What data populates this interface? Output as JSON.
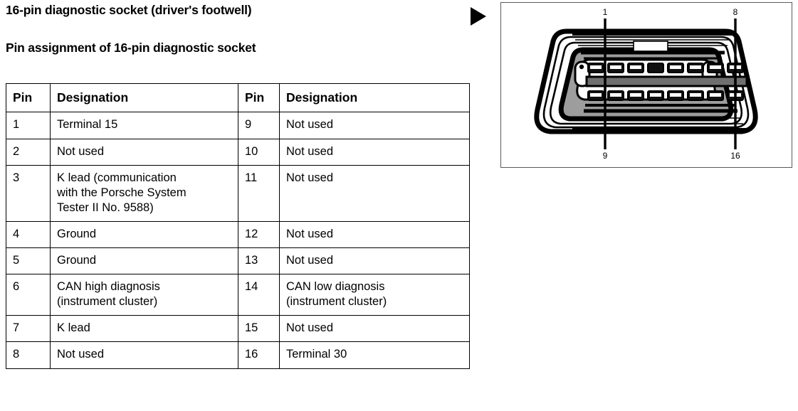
{
  "headings": {
    "main": "16-pin diagnostic socket (driver's footwell)",
    "sub": "Pin assignment of 16-pin diagnostic socket"
  },
  "table": {
    "headers": [
      "Pin",
      "Designation",
      "Pin",
      "Designation"
    ],
    "rows": [
      {
        "pin_left": "1",
        "desc_left": "Terminal 15",
        "pin_right": "9",
        "desc_right": "Not used"
      },
      {
        "pin_left": "2",
        "desc_left": "Not used",
        "pin_right": "10",
        "desc_right": "Not used"
      },
      {
        "pin_left": "3",
        "desc_left": "K lead (communication\nwith the Porsche System\nTester II No. 9588)",
        "pin_right": "11",
        "desc_right": "Not used"
      },
      {
        "pin_left": "4",
        "desc_left": "Ground",
        "pin_right": "12",
        "desc_right": "Not used"
      },
      {
        "pin_left": "5",
        "desc_left": "Ground",
        "pin_right": "13",
        "desc_right": "Not used"
      },
      {
        "pin_left": "6",
        "desc_left": "CAN high diagnosis\n(instrument cluster)",
        "pin_right": "14",
        "desc_right": "CAN low diagnosis\n(instrument cluster)"
      },
      {
        "pin_left": "7",
        "desc_left": "K lead",
        "pin_right": "15",
        "desc_right": "Not used"
      },
      {
        "pin_left": "8",
        "desc_left": "Not used",
        "pin_right": "16",
        "desc_right": "Terminal 30"
      }
    ]
  },
  "figure": {
    "arrow_icon": "triangle-right-icon",
    "connector_icon": "obd2-connector-icon",
    "callouts": {
      "top_left": "1",
      "top_right": "8",
      "bottom_left": "9",
      "bottom_right": "16"
    }
  },
  "colors": {
    "ink": "#000000",
    "paper": "#ffffff",
    "shell_gray": "#9d9d9d",
    "frame_border": "#5a5a5a"
  }
}
